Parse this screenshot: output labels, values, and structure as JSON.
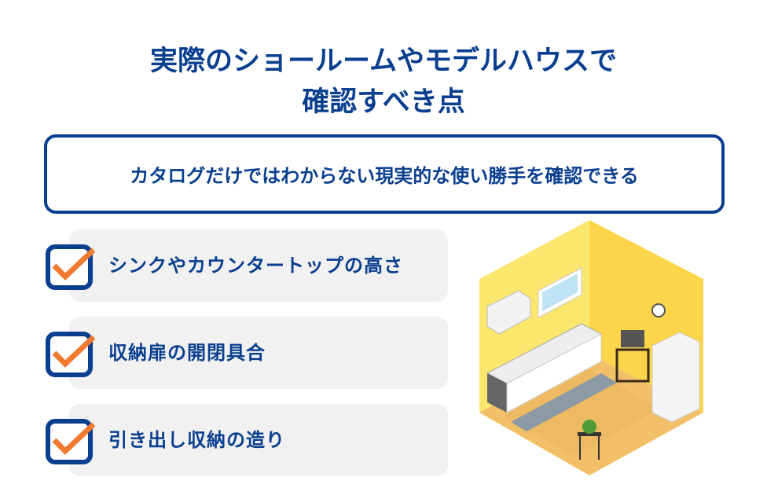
{
  "title": {
    "line1": "実際のショールームやモデルハウスで",
    "line2": "確認すべき点"
  },
  "subtitle": "カタログだけではわからない現実的な使い勝手を確認できる",
  "checklist": [
    {
      "label": "シンクやカウンタートップの高さ"
    },
    {
      "label": "収納扉の開閉具合"
    },
    {
      "label": "引き出し収納の造り"
    }
  ],
  "colors": {
    "primary": "#0a3f8f",
    "accent": "#f07a30",
    "card": "#f1f1f1",
    "wall": "#fde36a"
  },
  "icons": [
    "checkbox-checked-icon",
    "kitchen-illustration"
  ]
}
